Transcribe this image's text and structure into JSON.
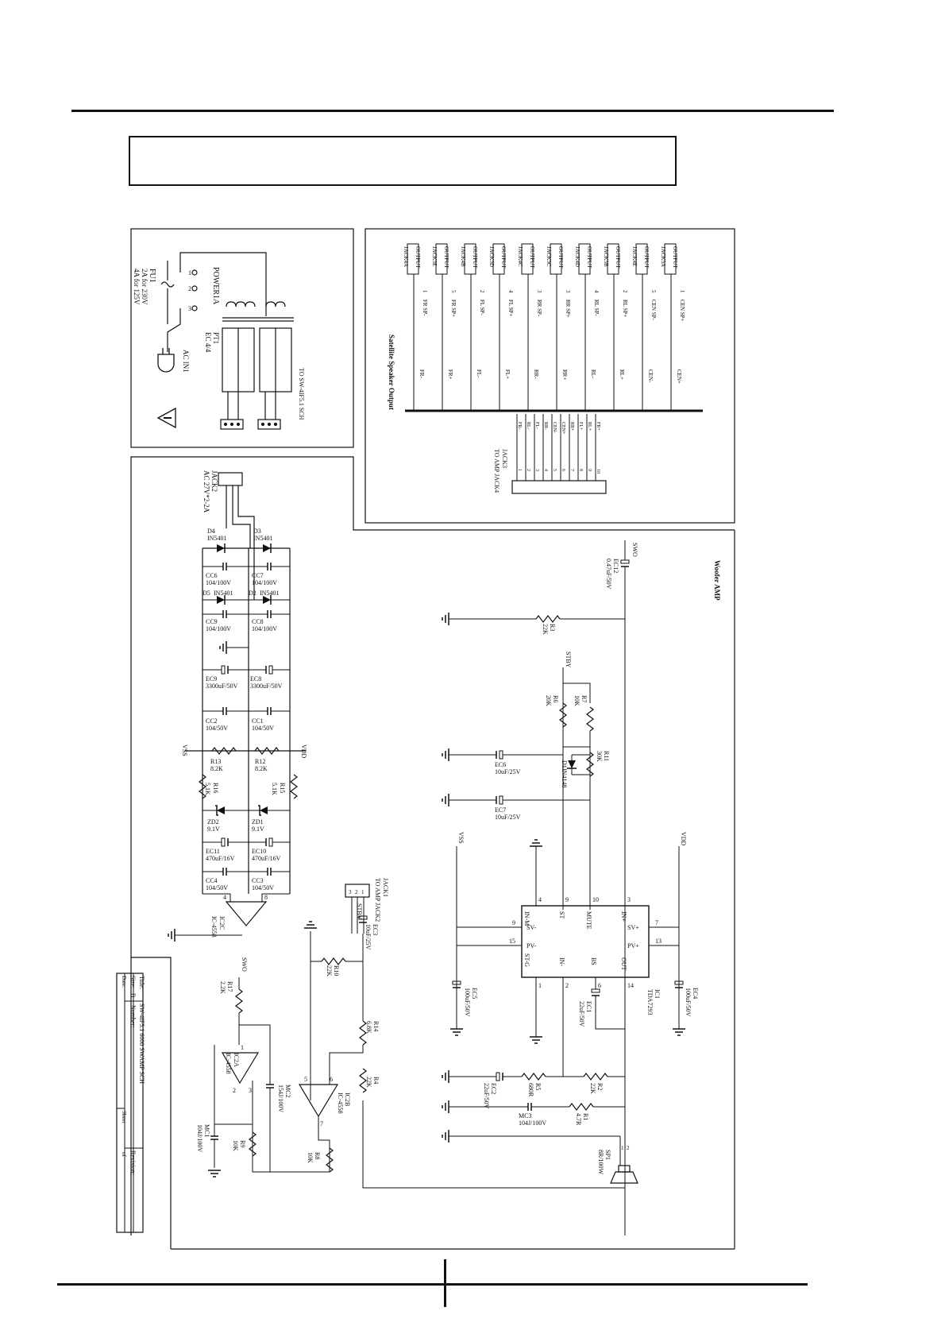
{
  "power_section": {
    "fuse": "FU1",
    "fuse_rating_1": "2A for 230V",
    "fuse_rating_2": "4A for 125V",
    "switch": "POWER1A",
    "ac_in": "AC IN1",
    "transformer": "PT1",
    "transformer_model": "EC 4/4",
    "transformer_output": "TO SW-4IF5.1 SCH",
    "pins": [
      "1",
      "2",
      "3"
    ]
  },
  "satellite_section": {
    "title": "Satellite Speaker Output",
    "jacks": [
      {
        "label": "OUTPUT",
        "ref": "JACK3A",
        "pin": "1",
        "signal": "CEN SP+",
        "bus": "CEN+"
      },
      {
        "label": "OUTPUT",
        "ref": "JACK4E",
        "pin": "5",
        "signal": "CEN SP-",
        "bus": "CEN-"
      },
      {
        "label": "OUTPUT",
        "ref": "JACK3B",
        "pin": "2",
        "signal": "RL SP+",
        "bus": "RL+"
      },
      {
        "label": "OUTPUT",
        "ref": "JACK4D",
        "pin": "4",
        "signal": "RL SP-",
        "bus": "RL-"
      },
      {
        "label": "OUTPUT",
        "ref": "JACK3C",
        "pin": "3",
        "signal": "RR SP+",
        "bus": "RR+"
      },
      {
        "label": "OUTPUT",
        "ref": "JACK4C",
        "pin": "3",
        "signal": "RR SP-",
        "bus": "RR-"
      },
      {
        "label": "OUTPUT",
        "ref": "JACK3D",
        "pin": "4",
        "signal": "FL SP+",
        "bus": "FL+"
      },
      {
        "label": "OUTPUT",
        "ref": "JACK4B",
        "pin": "2",
        "signal": "FL SP-",
        "bus": "FL-"
      },
      {
        "label": "OUTPUT",
        "ref": "JACK3E",
        "pin": "5",
        "signal": "FR SP+",
        "bus": "FR+"
      },
      {
        "label": "OUTPUT",
        "ref": "JACK4A",
        "pin": "1",
        "signal": "FR SP-",
        "bus": "FR-"
      }
    ],
    "connector": "JACK3",
    "connector_dest": "TO AMP JACK4",
    "connector_pins": [
      "1",
      "2",
      "3",
      "4",
      "5",
      "6",
      "7",
      "8",
      "9",
      "10"
    ],
    "connector_signals": [
      "FR-",
      "RL-",
      "FL-",
      "RR-",
      "CEN-",
      "CEN+",
      "RR+",
      "FL+",
      "RL+",
      "FR+"
    ]
  },
  "psu_section": {
    "input_jack": "JACK2",
    "input_spec": "AC 27V*2-2A",
    "diodes": [
      {
        "ref": "D4",
        "part": "IN5401"
      },
      {
        "ref": "D3",
        "part": "IN5401"
      },
      {
        "ref": "D5",
        "part": "IN5401"
      },
      {
        "ref": "D2",
        "part": "IN5401"
      }
    ],
    "caps": [
      {
        "ref": "CC6",
        "value": "104/100V"
      },
      {
        "ref": "CC7",
        "value": "104/100V"
      },
      {
        "ref": "CC9",
        "value": "104/100V"
      },
      {
        "ref": "CC8",
        "value": "104/100V"
      },
      {
        "ref": "EC9",
        "value": "3300uF/50V"
      },
      {
        "ref": "EC8",
        "value": "3300uF/50V"
      },
      {
        "ref": "CC2",
        "value": "104/50V"
      },
      {
        "ref": "CC1",
        "value": "104/50V"
      },
      {
        "ref": "EC11",
        "value": "470uF/16V"
      },
      {
        "ref": "EC10",
        "value": "470uF/16V"
      },
      {
        "ref": "CC4",
        "value": "104/50V"
      },
      {
        "ref": "CC3",
        "value": "104/50V"
      }
    ],
    "resistors": [
      {
        "ref": "R13",
        "value": "8.2K"
      },
      {
        "ref": "R12",
        "value": "8.2K"
      },
      {
        "ref": "R16",
        "value": "5.1K"
      },
      {
        "ref": "R15",
        "value": "5.1K"
      }
    ],
    "zeners": [
      {
        "ref": "ZD2",
        "value": "9.1V"
      },
      {
        "ref": "ZD1",
        "value": "9.1V"
      }
    ],
    "rails": [
      "VSS",
      "VDD"
    ],
    "opamp": "IC2C",
    "opamp_part": "IC-4558",
    "opamp_pins": [
      "4",
      "8"
    ],
    "jack1": "JACK1",
    "jack1_dest": "TO AMP JACK2",
    "jack1_pins": [
      "1",
      "2",
      "3"
    ],
    "stby": "STBY"
  },
  "woofer_section": {
    "title": "Woofer AMP",
    "swo": "SWO",
    "ec12": "EC12",
    "ec12_value": "0.47uF/50V",
    "r3": "R3",
    "r3_value": "22K",
    "stby": "STBY",
    "r6": "R6",
    "r6_value": "20K",
    "r7": "R7",
    "r7_value": "10K",
    "d1": "D1",
    "d1_part": "IN4148",
    "r11": "R11",
    "r11_value": "30K",
    "ec6": "EC6",
    "ec6_value": "10uF/25V",
    "ec7": "EC7",
    "ec7_value": "10uF/25V",
    "vss": "VSS",
    "vdd": "VDD",
    "ic1": "IC1",
    "ic1_part": "TDA7293",
    "ic1_pins_left": [
      {
        "num": "9",
        "name": "SV-"
      },
      {
        "num": "15",
        "name": "PV-"
      }
    ],
    "ic1_pins_right": [
      {
        "num": "7",
        "name": "SV+"
      },
      {
        "num": "13",
        "name": "PV+"
      }
    ],
    "ic1_pins_top": [
      {
        "num": "4",
        "name": "IN-M"
      },
      {
        "num": "9",
        "name": "ST"
      },
      {
        "num": "10",
        "name": "MUTE"
      },
      {
        "num": "3",
        "name": "IN+"
      }
    ],
    "ic1_pins_bottom": [
      {
        "num": "1",
        "name": "ST-G"
      },
      {
        "num": "2",
        "name": "IN-"
      },
      {
        "num": "6",
        "name": "BS"
      },
      {
        "num": "14",
        "name": "OUT"
      }
    ],
    "ec5": "EC5",
    "ec5_value": "100uF/50V",
    "ec4": "EC4",
    "ec4_value": "100uF/50V",
    "ec1": "EC1",
    "ec1_value": "22uF/50V",
    "ec2": "EC2",
    "ec2_value": "22uF/50V",
    "r5": "R5",
    "r5_value": "680R",
    "r2": "R2",
    "r2_value": "22K",
    "mc3": "MC3",
    "mc3_value": "104J/100V",
    "r1": "R1",
    "r1_value": "4.7R",
    "sp1": "SP1",
    "sp1_value": "8R/100W",
    "sp_pins": [
      "1",
      "2"
    ]
  },
  "filter_section": {
    "swo": "SWO",
    "r17": "R17",
    "r17_value": "2.2K",
    "ic2a": "IC2A",
    "ic2a_part": "IC-4558",
    "ic2a_pins": [
      "1",
      "2",
      "3"
    ],
    "mc2": "MC2",
    "mc2_value": "154J/100V",
    "mc1": "MC1",
    "mc1_value": "104J/100V",
    "r9": "R9",
    "r9_value": "10K",
    "r10": "R10",
    "r10_value": "22K",
    "ec3": "EC3",
    "ec3_value": "10uF/25V",
    "r14": "R14",
    "r14_value": "6.8K",
    "r4": "R4",
    "r4_value": "22K",
    "ic2b": "IC2B",
    "ic2b_part": "IC-4558",
    "ic2b_pins": [
      "5",
      "6",
      "7"
    ],
    "r8": "R8",
    "r8_value": "10K"
  },
  "title_block": {
    "title_label": "Title:",
    "title_value": "SW-4IF5.1 6000 SWAMP SCH",
    "size_label": "Size:",
    "size_value": "B",
    "number_label": "Number:",
    "revision_label": "Revision:",
    "date_label": "Date:",
    "sheet_label": "Sheet",
    "of_label": "of"
  }
}
